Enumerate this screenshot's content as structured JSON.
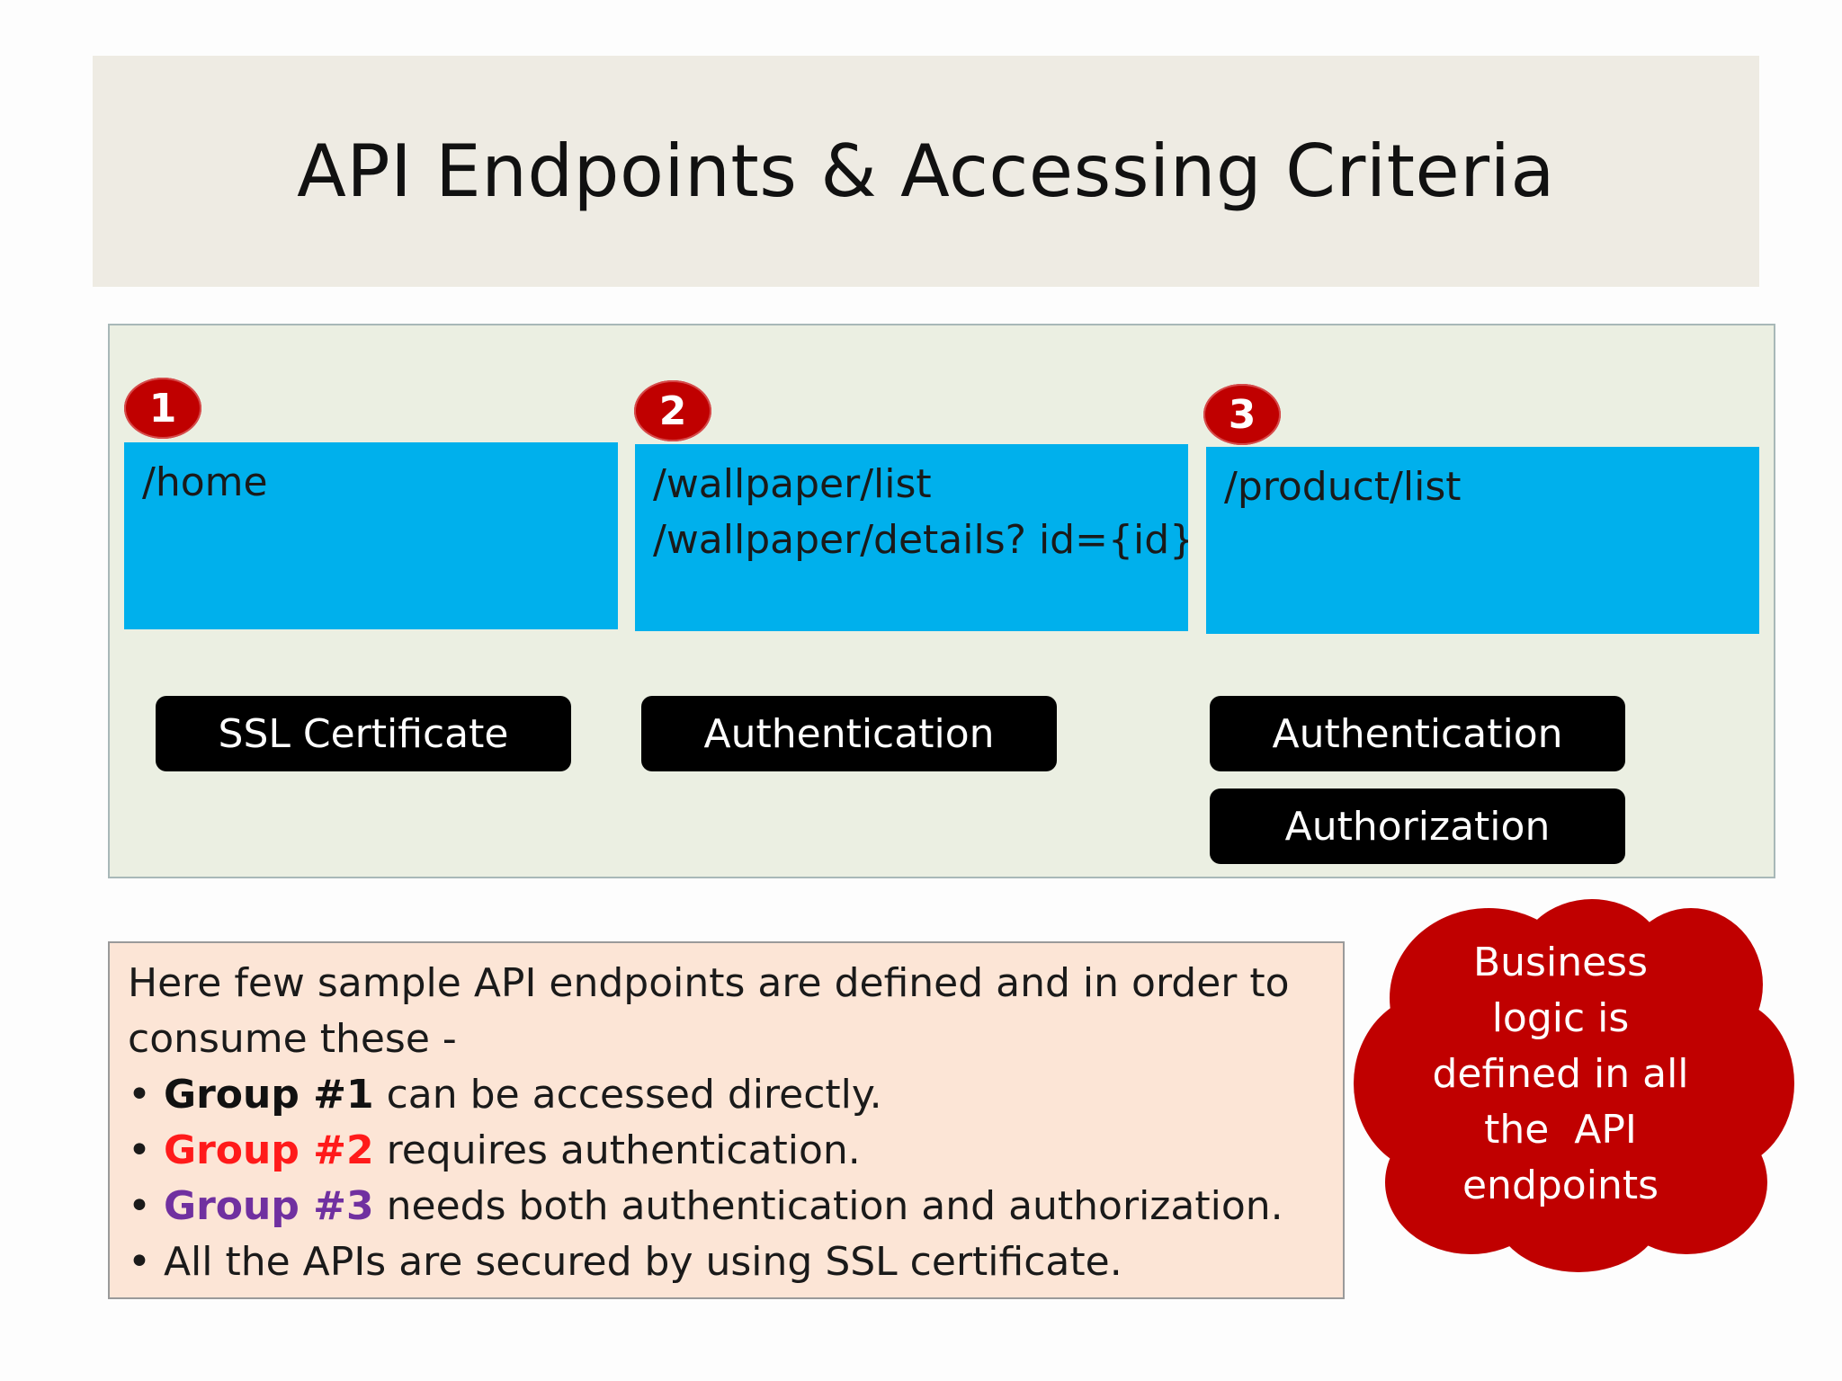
{
  "title": "API Endpoints & Accessing Criteria",
  "groups": [
    {
      "number": "1",
      "endpoints": [
        "/home"
      ],
      "criteria": [
        "SSL Certificate"
      ]
    },
    {
      "number": "2",
      "endpoints": [
        "/wallpaper/list",
        "/wallpaper/details? id={id}"
      ],
      "criteria": [
        "Authentication"
      ]
    },
    {
      "number": "3",
      "endpoints": [
        "/product/list"
      ],
      "criteria": [
        "Authentication",
        "Authorization"
      ]
    }
  ],
  "note": {
    "intro_line1": "Here few sample API endpoints are defined and in order to",
    "intro_line2": "consume these -",
    "bullets": [
      {
        "highlight": "Group #1",
        "text": " can be accessed directly."
      },
      {
        "highlight": "Group #2",
        "text": " requires authentication."
      },
      {
        "highlight": "Group #3",
        "text": " needs both authentication and authorization."
      },
      {
        "highlight": "",
        "text": "All the APIs are secured by using SSL certificate."
      }
    ],
    "bullet_char": "•"
  },
  "callout": {
    "lines": [
      "Business",
      "logic is",
      "defined in all",
      "the  API",
      "endpoints"
    ]
  },
  "colors": {
    "badge": "#c00000",
    "endpoint_box": "#00b0ec",
    "criteria_pill": "#000000",
    "group2_highlight": "#ff1a1a",
    "group3_highlight": "#7030a0",
    "cloud": "#c00000"
  }
}
